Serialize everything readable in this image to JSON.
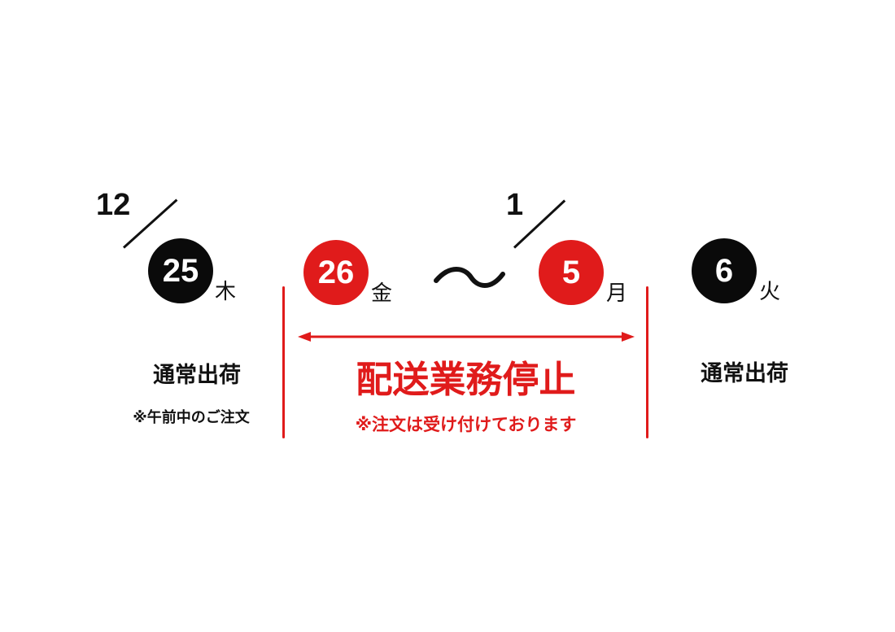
{
  "colors": {
    "red": "#e01b1b",
    "black": "#0a0a0a"
  },
  "start": {
    "month": "12",
    "day": "25",
    "weekday": "木",
    "status": "通常出荷",
    "note": "※午前中のご注文"
  },
  "closure_start": {
    "day": "26",
    "weekday": "金"
  },
  "range_separator": "〜",
  "closure_end": {
    "month": "1",
    "day": "5",
    "weekday": "月"
  },
  "closure": {
    "title": "配送業務停止",
    "note": "※注文は受け付けております"
  },
  "resume": {
    "day": "6",
    "weekday": "火",
    "status": "通常出荷"
  },
  "icons": {
    "date_slash": "diagonal-slash",
    "range_arrow": "double-headed-arrow",
    "range_tilde": "wave-dash"
  }
}
